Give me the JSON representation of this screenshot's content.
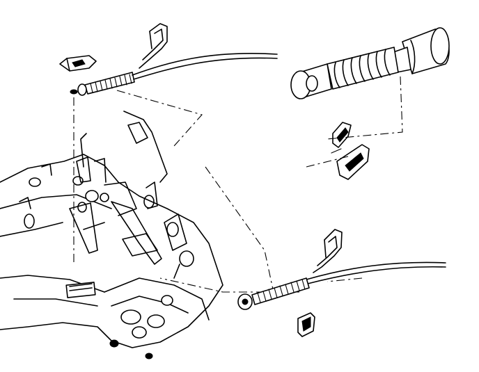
{
  "diagram": {
    "style": "black-and-white exploded line drawing",
    "components": [
      {
        "id": "upper-shift-cable",
        "icon": "cable-icon"
      },
      {
        "id": "upper-cable-retainer-clip",
        "icon": "clip-icon"
      },
      {
        "id": "upper-cable-bracket-clip",
        "icon": "bracket-clip-icon"
      },
      {
        "id": "lower-shift-cable",
        "icon": "cable-icon"
      },
      {
        "id": "lower-cable-retainer-clip",
        "icon": "clip-icon"
      },
      {
        "id": "lower-cable-bracket-clip",
        "icon": "bracket-clip-icon"
      },
      {
        "id": "cable-end-detail",
        "icon": "cable-end-icon"
      },
      {
        "id": "detail-retaining-clip",
        "icon": "clip-icon"
      },
      {
        "id": "transaxle-assembly",
        "icon": "transaxle-icon"
      },
      {
        "id": "shift-lever-bracket",
        "icon": "bracket-icon"
      }
    ]
  }
}
